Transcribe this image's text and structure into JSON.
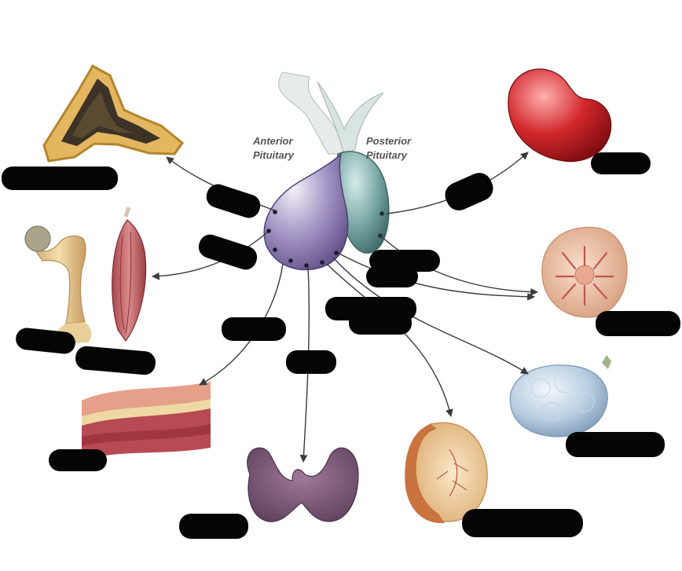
{
  "labels": {
    "anterior": "Anterior",
    "anterior_2": "Pituitary",
    "posterior": "Posterior",
    "posterior_2": "Pituitary"
  },
  "colors": {
    "anterior_lobe": "#8e7eb4",
    "posterior_lobe": "#6f9c9a",
    "redaction": "#050505",
    "arrow": "#3a3a3a"
  }
}
